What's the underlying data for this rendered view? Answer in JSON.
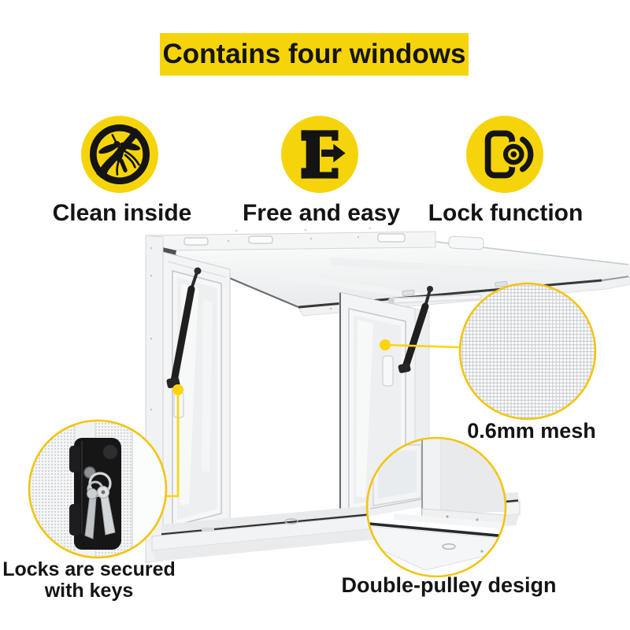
{
  "banner": {
    "text": "Contains four windows"
  },
  "features": [
    {
      "label": "Clean inside",
      "icon": "no-mosquito-icon"
    },
    {
      "label": "Free and easy",
      "icon": "sliding-window-icon"
    },
    {
      "label": "Lock function",
      "icon": "lock-icon"
    }
  ],
  "callouts": {
    "mesh": {
      "label": "0.6mm mesh"
    },
    "locks": {
      "line1": "Locks are secured",
      "line2": "with keys"
    },
    "pulley": {
      "label": "Double-pulley design"
    }
  },
  "colors": {
    "banner_yellow": "#F5D40B",
    "icon_yellow": "#F5D40B",
    "callout_ring": "#F2C512",
    "callout_line": "#FFD40A",
    "text": "#141414",
    "strut_black": "#1f1f1f",
    "frame_white": "#f3f4f5"
  }
}
